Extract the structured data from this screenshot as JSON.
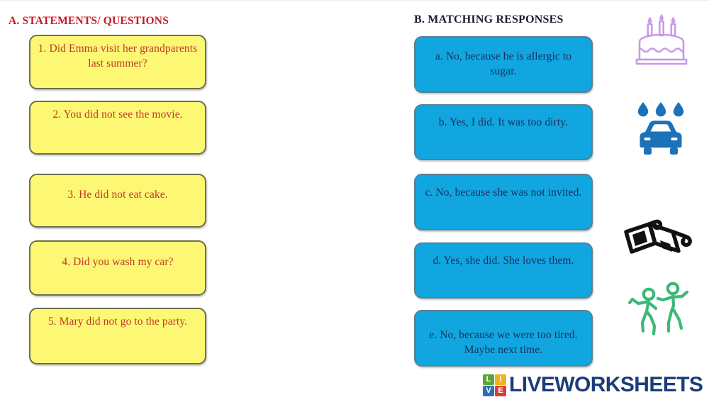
{
  "worksheet": {
    "background_color": "#ffffff",
    "columns": {
      "left": {
        "heading": "A. STATEMENTS/ QUESTIONS",
        "heading_color": "#cc1727",
        "card_fill": "#fdf873",
        "card_border": "#6f6f4d",
        "card_text_color": "#c0392b",
        "items": [
          {
            "id": "1",
            "text": "1. Did Emma visit her grandparents last summer?"
          },
          {
            "id": "2",
            "text": "2. You did not see the movie."
          },
          {
            "id": "3",
            "text": "3. He did not eat cake."
          },
          {
            "id": "4",
            "text": "4. Did you wash my car?"
          },
          {
            "id": "5",
            "text": "5. Mary did not go to the party."
          }
        ]
      },
      "right": {
        "heading": "B. MATCHING RESPONSES",
        "heading_color": "#1b1b2e",
        "card_fill": "#11a6e0",
        "card_border": "#5b7f8e",
        "card_text_color": "#15305e",
        "items": [
          {
            "id": "a",
            "text": "a. No, because he is allergic to sugar."
          },
          {
            "id": "b",
            "text": "b. Yes, I did. It was too dirty."
          },
          {
            "id": "c",
            "text": "c. No, because she was not invited."
          },
          {
            "id": "d",
            "text": "d. Yes, she did. She loves them."
          },
          {
            "id": "e",
            "text": "e. No, because we were too tired. Maybe next time."
          }
        ]
      }
    },
    "icons": [
      {
        "name": "birthday-cake-icon",
        "label": "birthday cake",
        "color": "#c79be8"
      },
      {
        "name": "car-wash-icon",
        "label": "car wash",
        "color": "#1b72b8"
      },
      {
        "name": "3d-glasses-icon",
        "label": "3D glasses",
        "color": "#111111"
      },
      {
        "name": "dancing-people-icon",
        "label": "dancing people",
        "color": "#3cb878"
      }
    ],
    "footer": {
      "logo_cells": [
        {
          "letter": "L",
          "color": "#5aa832"
        },
        {
          "letter": "I",
          "color": "#f0b323"
        },
        {
          "letter": "V",
          "color": "#2f6fb5"
        },
        {
          "letter": "E",
          "color": "#d93b35"
        }
      ],
      "logo_word": "LIVEWORKSHEETS",
      "logo_word_color": "#1b3d7a"
    }
  }
}
